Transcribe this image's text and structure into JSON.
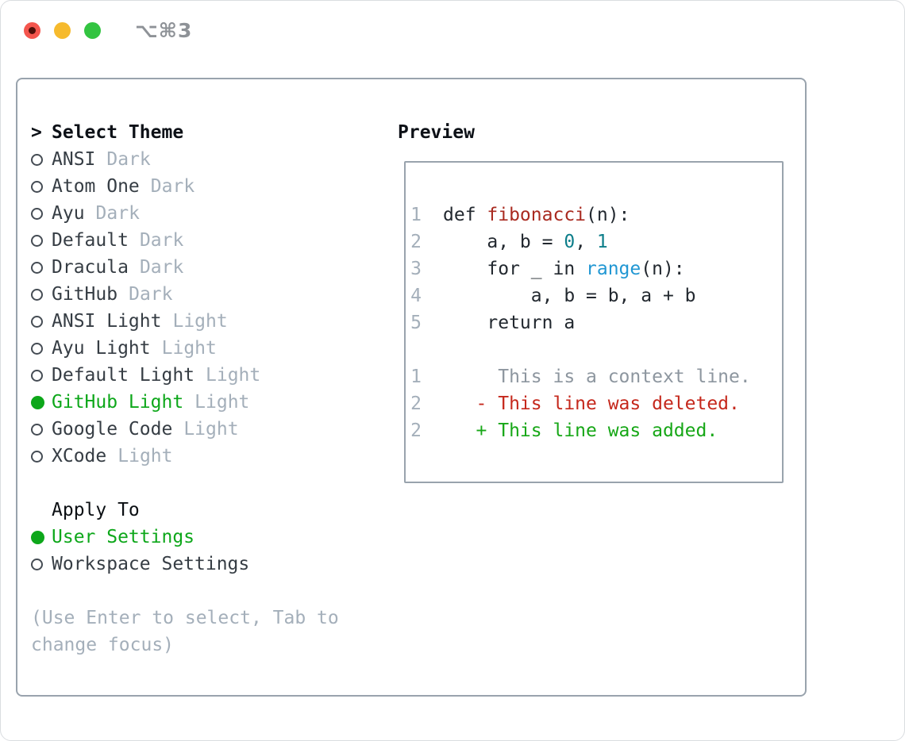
{
  "window": {
    "shortcut": "⌥⌘3"
  },
  "left_panel": {
    "header": {
      "prompt": ">",
      "label": "Select Theme"
    },
    "themes": [
      {
        "name": "ANSI",
        "tag": "Dark",
        "selected": false
      },
      {
        "name": "Atom One",
        "tag": "Dark",
        "selected": false
      },
      {
        "name": "Ayu",
        "tag": "Dark",
        "selected": false
      },
      {
        "name": "Default",
        "tag": "Dark",
        "selected": false
      },
      {
        "name": "Dracula",
        "tag": "Dark",
        "selected": false
      },
      {
        "name": "GitHub",
        "tag": "Dark",
        "selected": false
      },
      {
        "name": "ANSI Light",
        "tag": "Light",
        "selected": false
      },
      {
        "name": "Ayu Light",
        "tag": "Light",
        "selected": false
      },
      {
        "name": "Default Light",
        "tag": "Light",
        "selected": false
      },
      {
        "name": "GitHub Light",
        "tag": "Light",
        "selected": true
      },
      {
        "name": "Google Code",
        "tag": "Light",
        "selected": false
      },
      {
        "name": "XCode",
        "tag": "Light",
        "selected": false
      }
    ],
    "apply_to": {
      "label": "Apply To",
      "options": [
        {
          "name": "User Settings",
          "selected": true
        },
        {
          "name": "Workspace Settings",
          "selected": false
        }
      ]
    },
    "hint_lines": [
      "(Use Enter to select, Tab to",
      "change focus)"
    ]
  },
  "preview": {
    "title": "Preview",
    "code_lines": [
      {
        "num": "1",
        "segments": [
          {
            "t": "def ",
            "c": "code"
          },
          {
            "t": "fibonacci",
            "c": "func"
          },
          {
            "t": "(n):",
            "c": "code"
          }
        ]
      },
      {
        "num": "2",
        "segments": [
          {
            "t": "    a, b = ",
            "c": "code"
          },
          {
            "t": "0",
            "c": "num"
          },
          {
            "t": ", ",
            "c": "code"
          },
          {
            "t": "1",
            "c": "num"
          }
        ]
      },
      {
        "num": "3",
        "segments": [
          {
            "t": "    for _ in ",
            "c": "code"
          },
          {
            "t": "range",
            "c": "call"
          },
          {
            "t": "(n):",
            "c": "code"
          }
        ]
      },
      {
        "num": "4",
        "segments": [
          {
            "t": "        a, b = b, a + b",
            "c": "code"
          }
        ]
      },
      {
        "num": "5",
        "segments": [
          {
            "t": "    return a",
            "c": "code"
          }
        ]
      },
      {
        "num": "",
        "segments": []
      },
      {
        "num": "1",
        "segments": [
          {
            "t": "     This is a context line.",
            "c": "context"
          }
        ]
      },
      {
        "num": "2",
        "segments": [
          {
            "t": "   - This line was deleted.",
            "c": "deleted"
          }
        ]
      },
      {
        "num": "2",
        "segments": [
          {
            "t": "   + This line was added.",
            "c": "added"
          }
        ]
      }
    ]
  },
  "colors": {
    "heading_black": "#0d1117",
    "item_text": "#363d44",
    "code_text": "#22282f",
    "muted_gray": "#a4afba",
    "context_gray": "#8d969f",
    "accent_green": "#0da71a",
    "diff_added_green": "#17a717",
    "diff_deleted_red": "#c5281c",
    "function_red": "#a92a20",
    "number_teal": "#0d7e8a",
    "call_blue": "#2197d3",
    "panel_border": "#99a3ad",
    "titlebar_text": "#8e9297",
    "traffic_red": "#f4564e",
    "traffic_red_dot": "#4f100a",
    "traffic_yellow": "#f6ba2d",
    "traffic_green": "#33c441"
  }
}
